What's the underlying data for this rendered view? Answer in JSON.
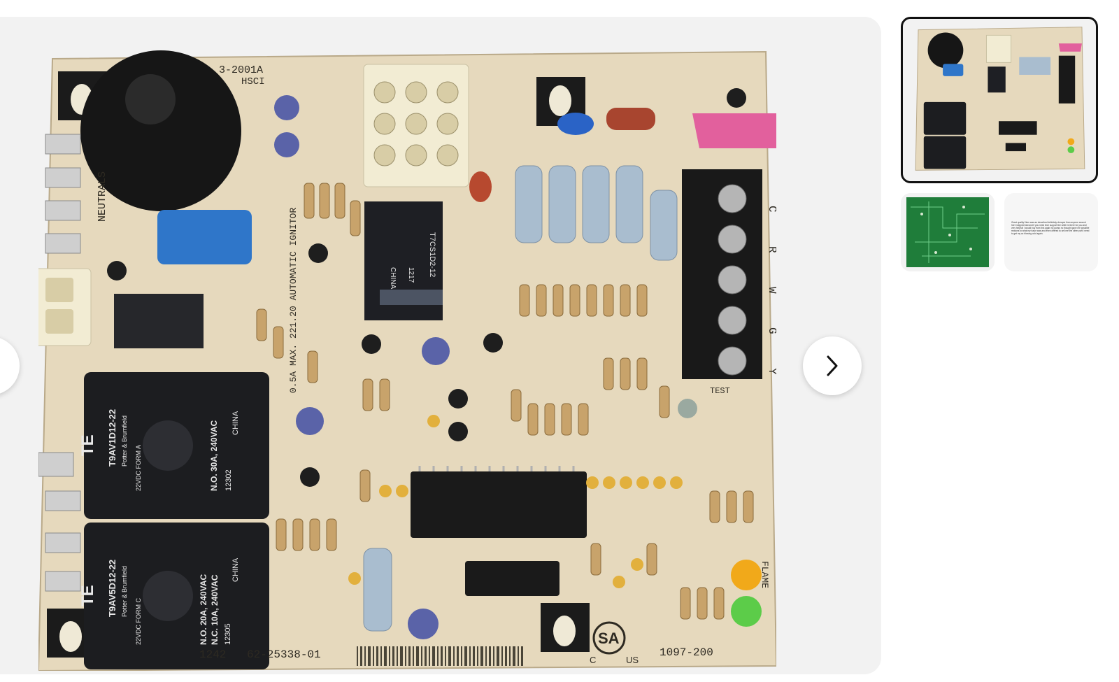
{
  "board": {
    "part_top": "3-2001A",
    "hsci": "HSCI",
    "neutrals": "NEUTRALS",
    "ignitor": "0.5A MAX.  221.20  AUTOMATIC  IGNITOR",
    "relay1_brand": "TE",
    "relay1_model": "T9AV1D12-22",
    "relay1_mfr": "Potter & Brumfield",
    "relay1_rating": "N.O. 30A, 240VAC",
    "relay1_origin": "CHINA",
    "relay1_date": "12302",
    "relay1_coil": "22VDC FORM A",
    "relay2_brand": "TE",
    "relay2_model": "T9AV5D12-22",
    "relay2_mfr": "Potter & Brumfield",
    "relay2_rating": "N.O. 20A, 240VAC",
    "relay2_rating2": "N.C. 10A, 240VAC",
    "relay2_origin": "CHINA",
    "relay2_date": "12305",
    "relay2_coil": "22VDC FORM C",
    "small_relay_model": "T7CS1D2-12",
    "small_relay_origin": "CHINA",
    "small_relay_date": "1217",
    "bottom_left": "1242",
    "bottom_part": "62-25338-01",
    "bottom_right": "1097-200",
    "csa": "SA",
    "csa_c": "C",
    "csa_us": "US",
    "terminals": [
      "C",
      "R",
      "W",
      "G",
      "Y"
    ],
    "test": "TEST",
    "flame": "FLAME"
  },
  "icons": {
    "prev": "chevron-left-icon",
    "next": "chevron-right-icon"
  },
  "thumbnails": [
    {
      "name": "thumb-board-front",
      "selected": true
    },
    {
      "name": "thumb-board-back",
      "selected": false
    },
    {
      "name": "thumb-seller-note",
      "selected": false,
      "text": "Great quality! Item was as described definitely cheaper than anyone around here shipped fast and if you need tech support the seller is there for you and very helpful! I would buy from this again no guess no thought gave me possible reasons to what my issue was and even offered to sell me the other part I need to get my ac blowing cold again."
    }
  ]
}
